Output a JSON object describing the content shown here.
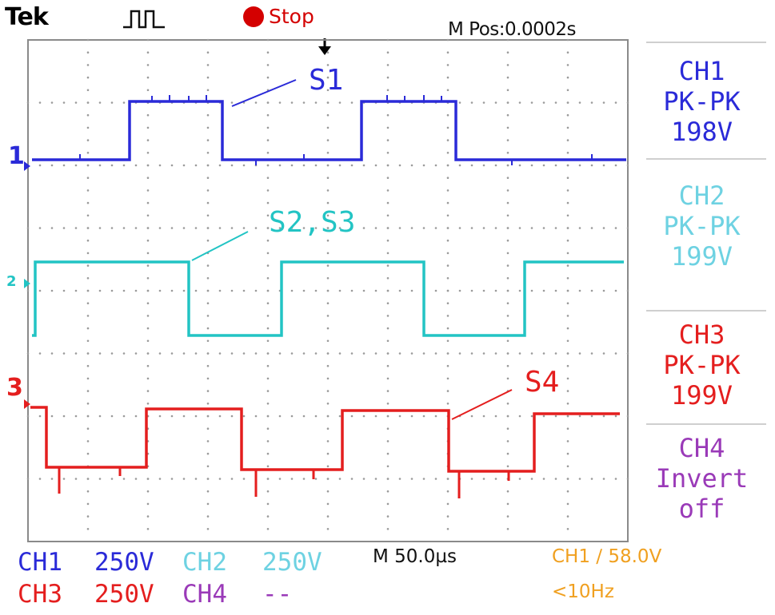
{
  "header": {
    "brand": "Tek",
    "run_state": "Stop",
    "m_pos": "M Pos:0.0002s"
  },
  "colors": {
    "ch1": "#2a2ad8",
    "ch2": "#22c4c4",
    "ch3": "#e41e1e",
    "ch4": "#9a3ab8",
    "trigger": "#f0a020",
    "grid": "#9a9a9a"
  },
  "waveform_labels": {
    "s1": "S1",
    "s2s3": "S2,S3",
    "s4": "S4"
  },
  "channel_markers": {
    "ch1": "1",
    "ch2": "2",
    "ch3": "3"
  },
  "side_panel": {
    "ch1": {
      "line1": "CH1",
      "line2": "PK-PK",
      "line3": "198V"
    },
    "ch2": {
      "line1": "CH2",
      "line2": "PK-PK",
      "line3": "199V"
    },
    "ch3": {
      "line1": "CH3",
      "line2": "PK-PK",
      "line3": "199V"
    },
    "ch4": {
      "line1": "CH4",
      "line2": "Invert",
      "line3": "off"
    }
  },
  "bottom": {
    "ch1_label": "CH1",
    "ch1_scale": "250V",
    "ch2_label": "CH2",
    "ch2_scale": "250V",
    "ch3_label": "CH3",
    "ch3_scale": "250V",
    "ch4_label": "CH4",
    "ch4_scale": "--",
    "timebase": "M 50.0µs",
    "trigger": "CH1 ∕ 58.0V",
    "freq": "<10Hz"
  }
}
